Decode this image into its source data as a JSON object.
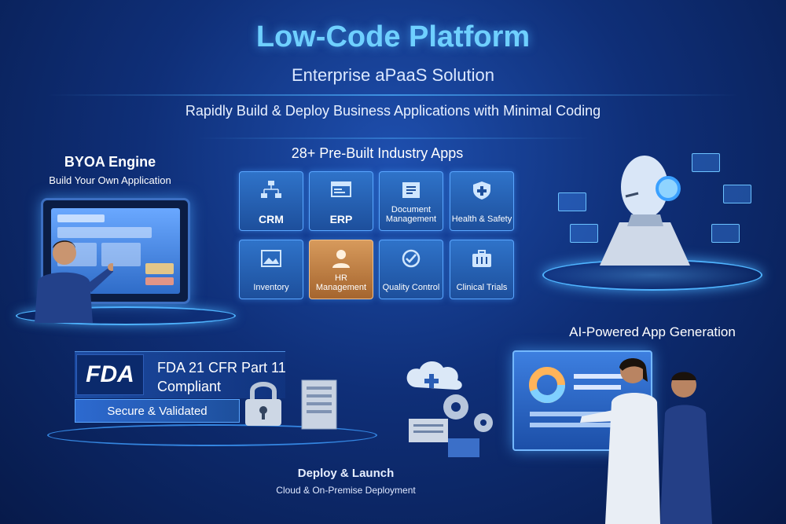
{
  "header": {
    "title": "Low-Code Platform",
    "subtitle": "Enterprise aPaaS Solution",
    "tagline": "Rapidly Build & Deploy Business Applications with Minimal Coding"
  },
  "apps": {
    "title": "28+ Pre-Built Industry Apps",
    "tiles": [
      {
        "label": "CRM",
        "icon": "org-chart-icon"
      },
      {
        "label": "ERP",
        "icon": "window-icon"
      },
      {
        "label": "Document Management",
        "icon": "document-icon"
      },
      {
        "label": "Health & Safety",
        "icon": "shield-cross-icon"
      },
      {
        "label": "Inventory",
        "icon": "image-icon"
      },
      {
        "label": "HR Management",
        "icon": "person-icon"
      },
      {
        "label": "Quality Control",
        "icon": "check-gauge-icon"
      },
      {
        "label": "Clinical Trials",
        "icon": "medical-kit-icon"
      }
    ]
  },
  "byoa": {
    "title": "BYOA Engine",
    "subtitle": "Build Your Own Application"
  },
  "ai": {
    "title": "AI-Powered App Generation"
  },
  "compliance": {
    "logo_text": "FDA",
    "line1": "FDA 21 CFR Part 11",
    "line2": "Compliant",
    "badge": "Secure & Validated"
  },
  "deploy": {
    "title": "Deploy & Launch",
    "subtitle": "Cloud & On-Premise Deployment"
  },
  "colors": {
    "accent": "#6fd0ff",
    "tile": "#2f73c9",
    "hr_tile": "#d79a5c",
    "background": "#0f2f78"
  }
}
